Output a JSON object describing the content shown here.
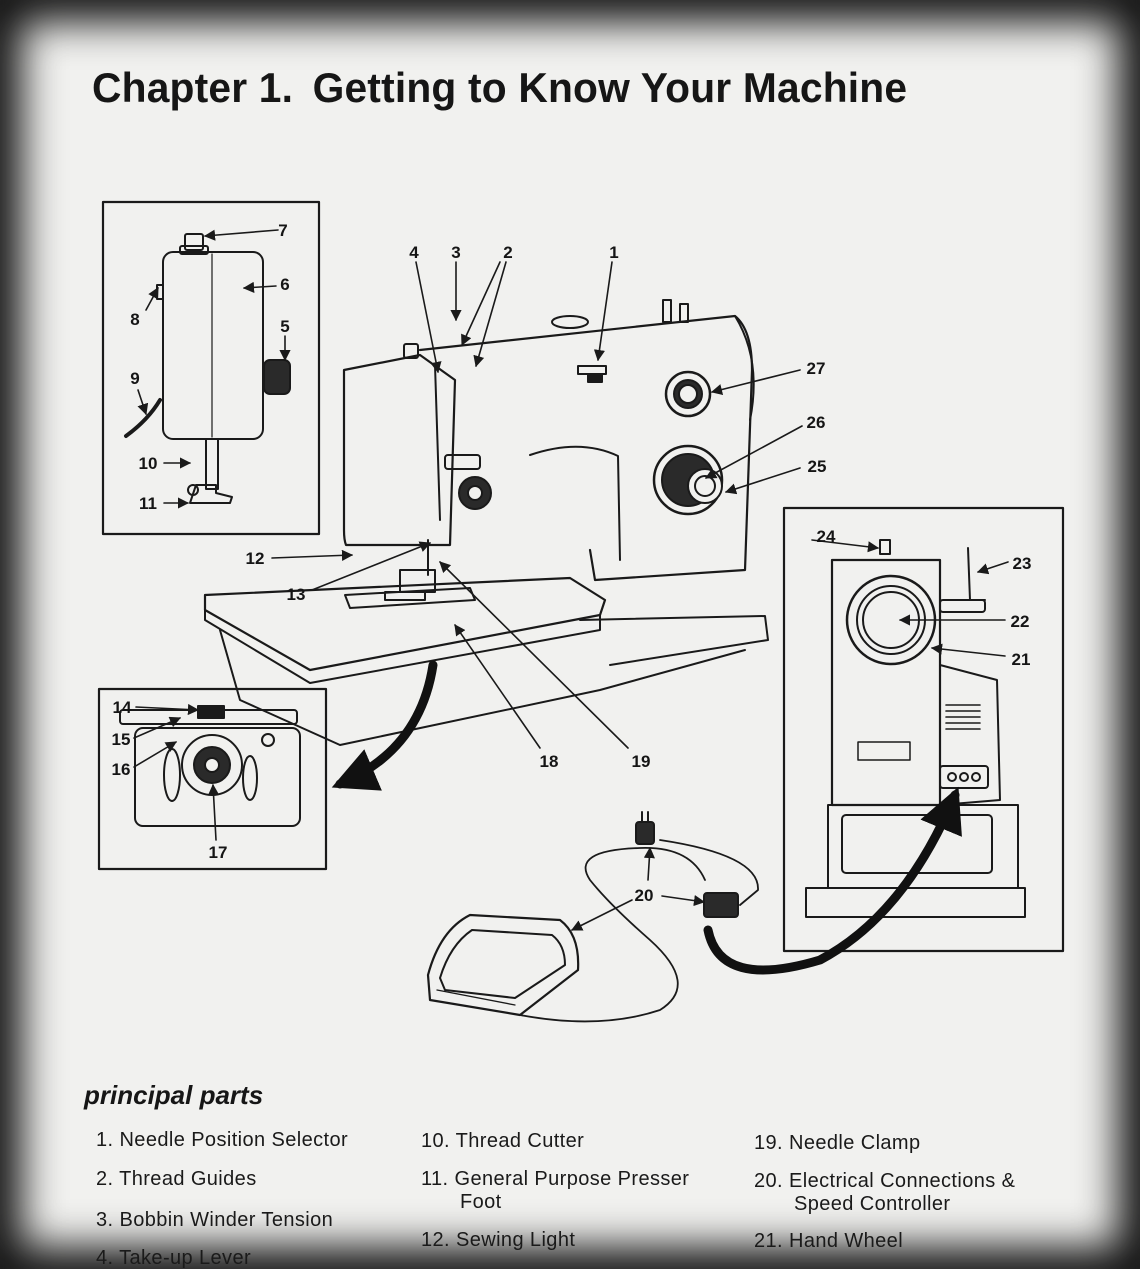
{
  "header": {
    "chapter_label": "Chapter 1.",
    "chapter_title": "Getting to Know Your Machine"
  },
  "diagram": {
    "callouts": [
      "1",
      "2",
      "3",
      "4",
      "5",
      "6",
      "7",
      "8",
      "9",
      "10",
      "11",
      "12",
      "13",
      "14",
      "15",
      "16",
      "17",
      "18",
      "19",
      "20",
      "21",
      "22",
      "23",
      "24",
      "25",
      "26",
      "27"
    ]
  },
  "parts": {
    "section_title": "principal parts",
    "items": [
      {
        "num": "1.",
        "label": "Needle Position Selector"
      },
      {
        "num": "2.",
        "label": "Thread Guides"
      },
      {
        "num": "3.",
        "label": "Bobbin Winder Tension"
      },
      {
        "num": "4.",
        "label": "Take-up Lever"
      },
      {
        "num": "10.",
        "label": "Thread Cutter"
      },
      {
        "num": "11.",
        "label": "General Purpose Presser",
        "label2": "Foot"
      },
      {
        "num": "12.",
        "label": "Sewing Light"
      },
      {
        "num": "19.",
        "label": "Needle Clamp"
      },
      {
        "num": "20.",
        "label": "Electrical Connections &",
        "label2": "Speed Controller"
      },
      {
        "num": "21.",
        "label": "Hand Wheel"
      }
    ]
  }
}
